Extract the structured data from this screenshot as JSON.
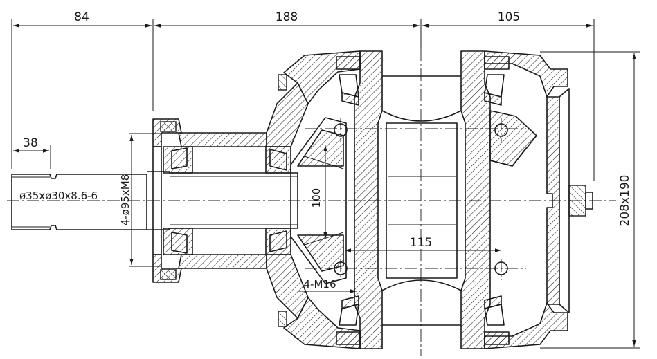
{
  "dimensions": {
    "shaft_overall": "84",
    "center_span": "188",
    "output_offset": "105",
    "spline_length": "38",
    "housing_size": "208x190",
    "bevel_offset": "100",
    "bore_length": "115",
    "flange_pattern": "4-ø95xM8",
    "mount_holes": "4-M16",
    "spline_spec": "ø35xø30x8.6-6"
  }
}
